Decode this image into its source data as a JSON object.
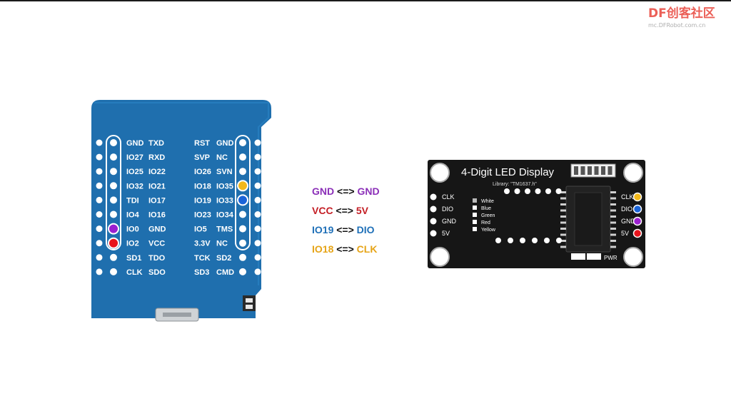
{
  "watermark": {
    "brand": "DF创客社区",
    "url": "mc.DFRobot.com.cn"
  },
  "esp32_board": {
    "left_pins": [
      [
        "GND",
        "TXD"
      ],
      [
        "IO27",
        "RXD"
      ],
      [
        "IO25",
        "IO22"
      ],
      [
        "IO32",
        "IO21"
      ],
      [
        "TDI",
        "IO17"
      ],
      [
        "IO4",
        "IO16"
      ],
      [
        "IO0",
        "GND"
      ],
      [
        "IO2",
        "VCC"
      ],
      [
        "SD1",
        "TDO"
      ],
      [
        "CLK",
        "SDO"
      ]
    ],
    "right_pins": [
      [
        "RST",
        "GND"
      ],
      [
        "SVP",
        "NC"
      ],
      [
        "IO26",
        "SVN"
      ],
      [
        "IO18",
        "IO35"
      ],
      [
        "IO19",
        "IO33"
      ],
      [
        "IO23",
        "IO34"
      ],
      [
        "IO5",
        "TMS"
      ],
      [
        "3.3V",
        "NC"
      ],
      [
        "TCK",
        "SD2"
      ],
      [
        "SD3",
        "CMD"
      ]
    ],
    "highlighted_left": {
      "6": "#9b1fd0",
      "7": "#e8141c"
    },
    "highlighted_right": {
      "3": "#f2b81a",
      "4": "#1a64d8"
    }
  },
  "mapping": [
    {
      "left": "GND",
      "arrow": "<=>",
      "right": "GND",
      "color": "#8b2fb8"
    },
    {
      "left": "VCC",
      "arrow": "<=>",
      "right": "5V",
      "color": "#c41e25"
    },
    {
      "left": "IO19",
      "arrow": "<=>",
      "right": "DIO",
      "color": "#1f70b8"
    },
    {
      "left": "IO18",
      "arrow": "<=>",
      "right": "CLK",
      "color": "#e6a417"
    }
  ],
  "led_module": {
    "title": "4-Digit LED Display",
    "library": "Library: \"TM1637.h\"",
    "left_pins": [
      "CLK",
      "DIO",
      "GND",
      "5V"
    ],
    "legend": [
      "White",
      "Blue",
      "Green",
      "Red",
      "Yellow"
    ],
    "right_pins": [
      {
        "label": "CLK",
        "color": "#f2b81a"
      },
      {
        "label": "DIO",
        "color": "#1a64d8"
      },
      {
        "label": "GND",
        "color": "#9b1fd0"
      },
      {
        "label": "5V",
        "color": "#e8141c"
      }
    ],
    "pwr_label": "PWR"
  }
}
